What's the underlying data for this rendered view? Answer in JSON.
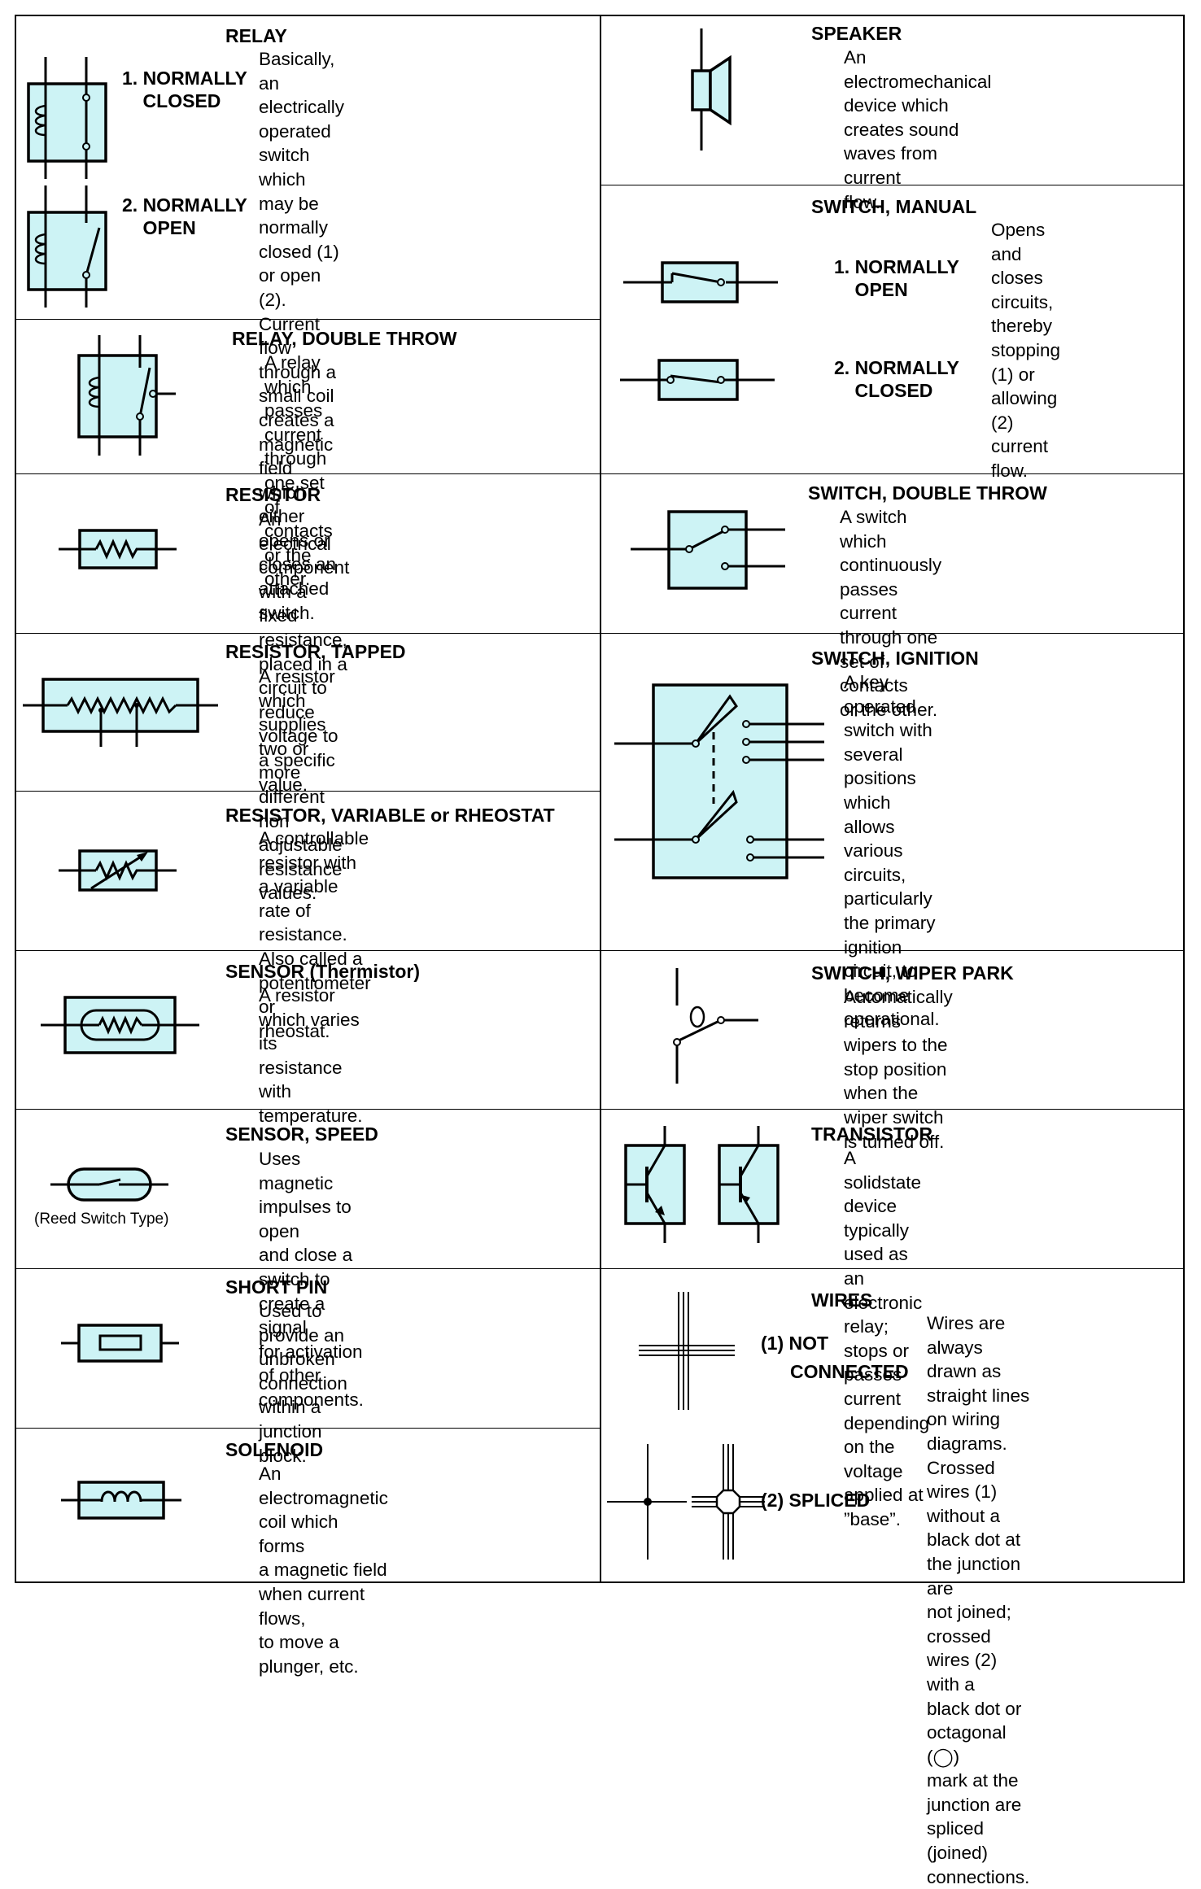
{
  "colors": {
    "fill": "#cdf3f5",
    "line": "#000000"
  },
  "left": [
    {
      "key": "relay",
      "title": "RELAY",
      "desc": [
        "Basically, an electrically operated",
        "switch which may be normally",
        "closed (1) or open (2).",
        "Current flow through a small coil",
        "creates a magnetic field which either",
        "opens or closes an attached switch."
      ],
      "labels": [
        "1. NORMALLY\n    CLOSED",
        "2. NORMALLY\n    OPEN"
      ]
    },
    {
      "key": "relay-double-throw",
      "title": "RELAY, DOUBLE THROW",
      "desc": [
        "A relay which passes current",
        "through one set of contacts or the",
        "other."
      ]
    },
    {
      "key": "resistor",
      "title": "RESISTOR",
      "desc": [
        "An electrical component with a fixed",
        "resistance, placed in a circuit to",
        "reduce voltage to a specific value."
      ]
    },
    {
      "key": "resistor-tapped",
      "title": "RESISTOR, TAPPED",
      "desc": [
        "A resistor which supplies two or",
        "more different non adjustable",
        "resistance values."
      ]
    },
    {
      "key": "resistor-variable",
      "title": "RESISTOR, VARIABLE or RHEOSTAT",
      "desc": [
        "A controllable resistor with a variable",
        "rate of resistance.",
        "Also called a potentiometer or",
        "rheostat."
      ]
    },
    {
      "key": "sensor-thermistor",
      "title": "SENSOR (Thermistor)",
      "desc": [
        "A resistor which varies its resistance",
        "with temperature."
      ]
    },
    {
      "key": "sensor-speed",
      "title": "SENSOR, SPEED",
      "desc": [
        "Uses magnetic impulses to open",
        "and close a switch to create a signal",
        "for activation of other components."
      ],
      "caption": "(Reed Switch Type)"
    },
    {
      "key": "short-pin",
      "title": "SHORT PIN",
      "desc": [
        "Used to provide an unbroken",
        "connection within a junction block."
      ]
    },
    {
      "key": "solenoid",
      "title": "SOLENOID",
      "desc": [
        "An electromagnetic coil which forms",
        "a magnetic field when current flows,",
        "to move a plunger, etc."
      ]
    }
  ],
  "right": [
    {
      "key": "speaker",
      "title": "SPEAKER",
      "desc": [
        "An electromechanical device which",
        "creates sound waves from current",
        "flow."
      ]
    },
    {
      "key": "switch-manual",
      "title": "SWITCH, MANUAL",
      "desc": [
        "Opens and closes",
        "circuits, thereby",
        "stopping (1) or",
        "allowing (2) current",
        "flow."
      ],
      "labels": [
        "1. NORMALLY\n    OPEN",
        "2. NORMALLY\n    CLOSED"
      ]
    },
    {
      "key": "switch-double-throw",
      "title": "SWITCH, DOUBLE THROW",
      "desc": [
        "A switch which continuously passes",
        "current through one set of contacts",
        "or the other."
      ]
    },
    {
      "key": "switch-ignition",
      "title": "SWITCH, IGNITION",
      "desc": [
        "A key operated switch with several",
        "positions which allows various",
        "circuits, particularly the primary",
        "ignition circuit, to become",
        "operational."
      ]
    },
    {
      "key": "switch-wiper-park",
      "title": "SWITCH, WIPER PARK",
      "desc": [
        "Automatically returns wipers to the",
        "stop position when the wiper switch",
        "is turned off."
      ]
    },
    {
      "key": "transistor",
      "title": "TRANSISTOR",
      "desc": [
        "A solidstate device typically used as",
        "an electronic relay; stops or passes",
        "current depending on the voltage",
        "applied at ”base”."
      ]
    },
    {
      "key": "wires",
      "title": "WIRES",
      "desc": [
        "Wires are always drawn as",
        "straight lines on wiring",
        "diagrams.",
        "Crossed wires (1) without a",
        "black dot at the junction are",
        "not joined;",
        "crossed wires (2) with a",
        "black dot or octagonal (◯)",
        "mark at the junction are",
        "spliced (joined)",
        "connections."
      ],
      "labels": [
        "(1) NOT",
        "CONNECTED",
        "(2) SPLICED"
      ]
    }
  ]
}
